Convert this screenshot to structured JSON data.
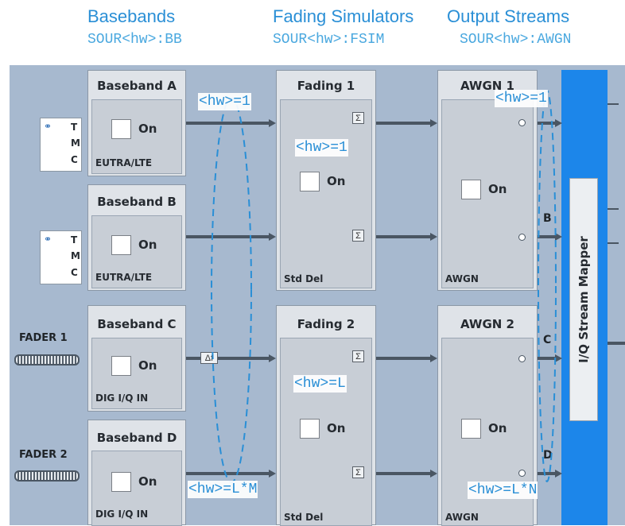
{
  "headers": [
    {
      "title": "Basebands",
      "command": "SOUR<hw>:BB"
    },
    {
      "title": "Fading Simulators",
      "command": "SOUR<hw>:FSIM"
    },
    {
      "title": "Output Streams",
      "command": "SOUR<hw>:AWGN"
    }
  ],
  "basebands": [
    {
      "title": "Baseband A",
      "on": "On",
      "mode": "EUTRA/LTE"
    },
    {
      "title": "Baseband B",
      "on": "On",
      "mode": "EUTRA/LTE"
    },
    {
      "title": "Baseband C",
      "on": "On",
      "mode": "DIG I/Q IN"
    },
    {
      "title": "Baseband D",
      "on": "On",
      "mode": "DIG I/Q IN"
    }
  ],
  "tmc": {
    "t": "T",
    "m": "M",
    "c": "C"
  },
  "faders": [
    "FADER 1",
    "FADER 2"
  ],
  "fading": [
    {
      "title": "Fading 1",
      "on": "On",
      "profile": "Std Del"
    },
    {
      "title": "Fading 2",
      "on": "On",
      "profile": "Std Del"
    }
  ],
  "awgn": [
    {
      "title": "AWGN 1",
      "on": "On",
      "bottom": "AWGN"
    },
    {
      "title": "AWGN 2",
      "on": "On",
      "bottom": "AWGN"
    }
  ],
  "ports": [
    "B",
    "C",
    "D"
  ],
  "stream_mapper": "I/Q Stream Mapper",
  "glyphs": {
    "sum": "Σ",
    "freq_offset": "Δf"
  },
  "annotations": {
    "bb_top": "<hw>=1",
    "bb_bottom": "<hw>=L*M",
    "fsim_top": "<hw>=1",
    "fsim_mid": "<hw>=L",
    "awgn_top": "<hw>=1",
    "awgn_bottom": "<hw>=L*N"
  },
  "colors": {
    "accent": "#2a8fd6",
    "panel": "#a7b9cf",
    "mapper": "#1c86ea"
  }
}
